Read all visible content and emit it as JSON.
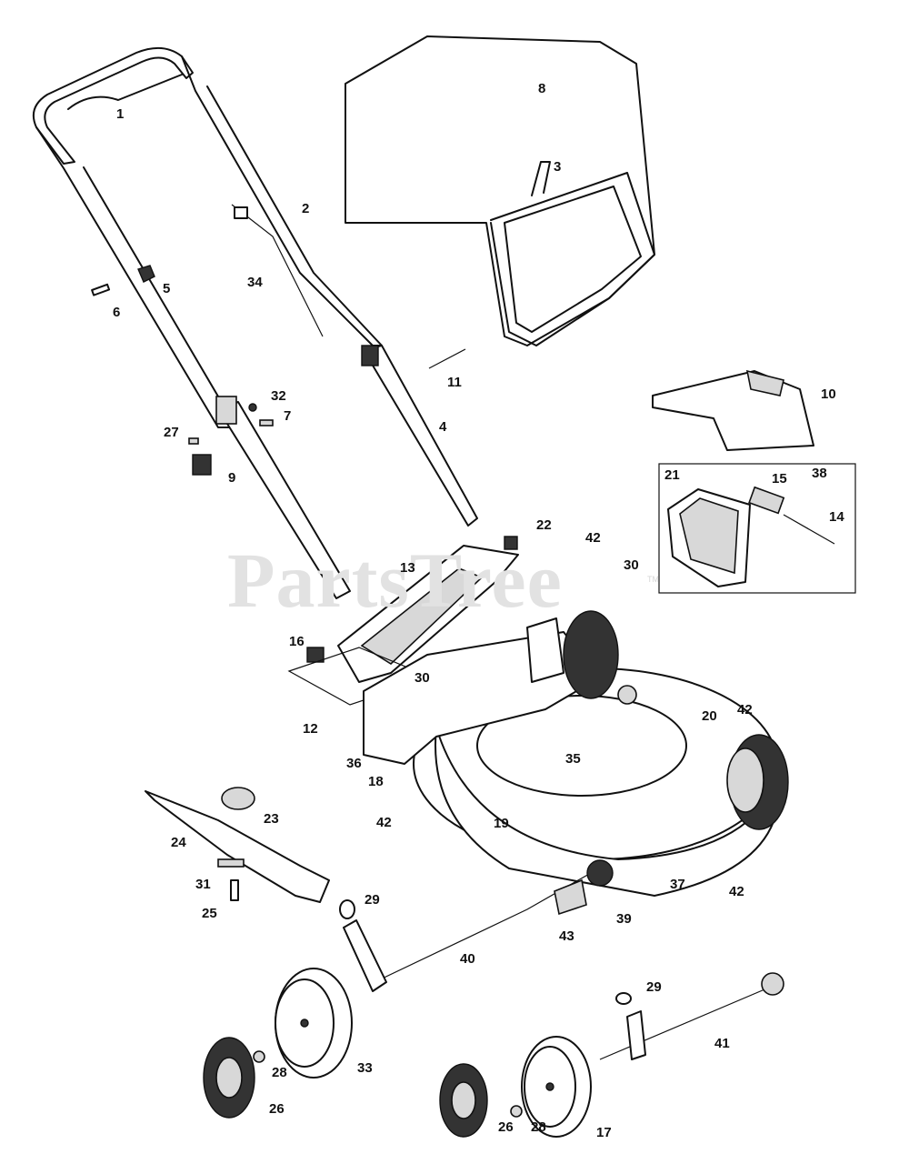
{
  "watermark": {
    "text": "PartsTree",
    "tm": "TM"
  },
  "callouts": [
    "1",
    "2",
    "3",
    "4",
    "5",
    "6",
    "7",
    "8",
    "9",
    "10",
    "11",
    "12",
    "13",
    "14",
    "15",
    "16",
    "17",
    "18",
    "19",
    "20",
    "21",
    "22",
    "23",
    "24",
    "25",
    "26",
    "26",
    "27",
    "28",
    "28",
    "29",
    "29",
    "30",
    "30",
    "31",
    "32",
    "33",
    "34",
    "35",
    "36",
    "37",
    "38",
    "39",
    "40",
    "41",
    "42",
    "42",
    "42",
    "42",
    "43"
  ]
}
